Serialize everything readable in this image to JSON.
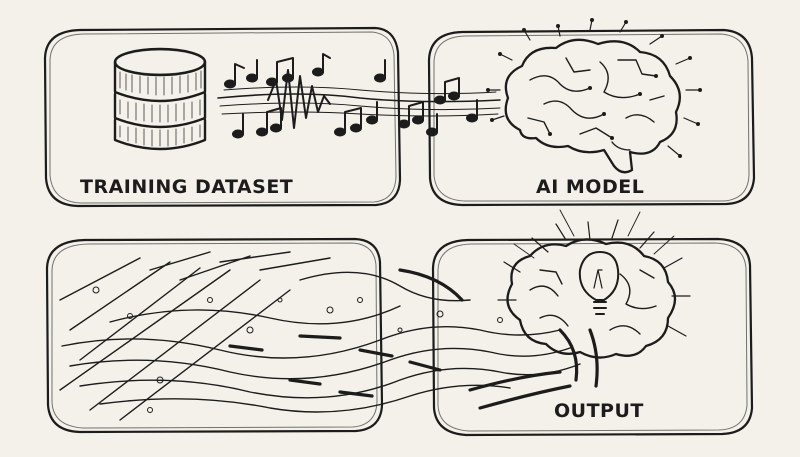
{
  "panels": {
    "training_dataset": {
      "label": "TRAINING DATASET"
    },
    "ai_model": {
      "label": "AI MODEL"
    },
    "output": {
      "label": "OUTPUT"
    }
  },
  "colors": {
    "ink": "#1c1c1c",
    "paper": "#f3f1ea"
  },
  "icons": [
    "database-icon",
    "music-note-icon",
    "brain-icon",
    "lightbulb-icon"
  ]
}
